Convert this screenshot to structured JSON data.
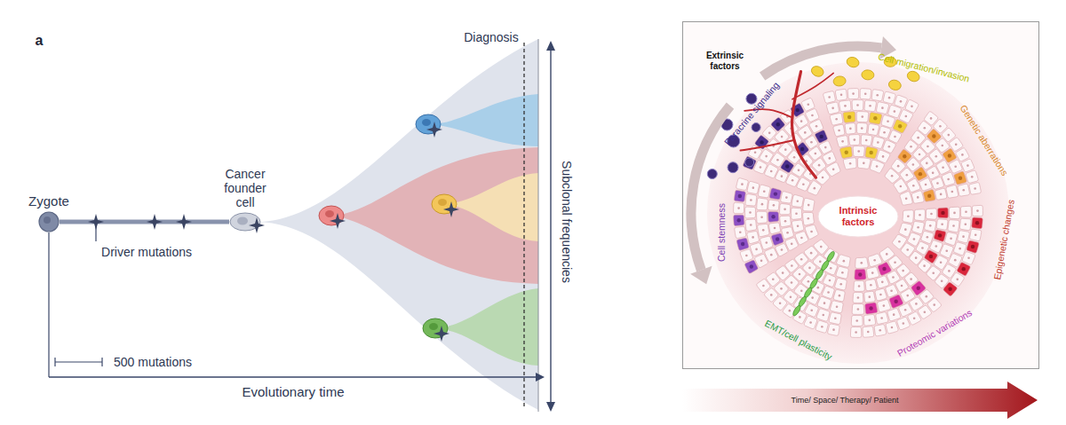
{
  "diagram": {
    "nodes": [
      {
        "text": [
          "Zygote"
        ]
      },
      {
        "text": [
          "Cancer founder cell"
        ]
      },
      {
        "text": [
          "Intrinsic factors"
        ]
      },
      {
        "text": [
          "Time/ Space/ Therapy/ Patient"
        ]
      }
    ],
    "edges": [
      {
        "from": 0,
        "to": 1,
        "arrow": "none"
      }
    ],
    "labels": [
      "a",
      "Diagnosis",
      "Driver mutations",
      "500 mutations",
      "Evolutionary time",
      "Subclonal frequencies",
      "Extrinsic factors",
      "Paracrine signaling",
      "Cell migration/invasion",
      "Genetic aberrations",
      "Epigenetic changes",
      "Proteomic variations",
      "EMT/cell plasticity",
      "Cell stemness"
    ]
  }
}
